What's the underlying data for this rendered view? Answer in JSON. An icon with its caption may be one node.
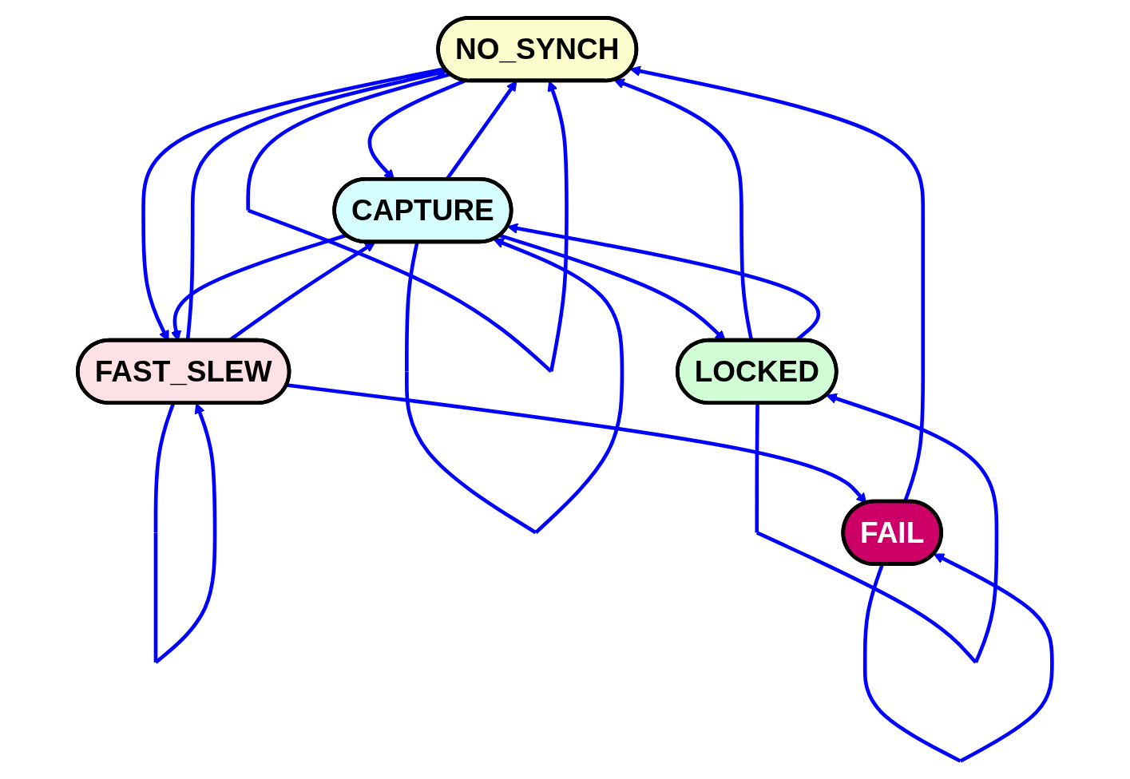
{
  "diagram": {
    "nodes": [
      {
        "text": [
          "NO_SYNCH"
        ]
      },
      {
        "text": [
          "CAPTURE"
        ]
      },
      {
        "text": [
          "FAST_SLEW"
        ]
      },
      {
        "text": [
          "FAIL"
        ]
      },
      {
        "text": [
          "LOCKED"
        ]
      }
    ],
    "edges": [
      {
        "from": 0,
        "to": 0,
        "arrow": "to"
      },
      {
        "from": 0,
        "to": 1,
        "arrow": "to"
      },
      {
        "from": 1,
        "to": 0,
        "arrow": "to"
      },
      {
        "from": 0,
        "to": 2,
        "arrow": "to"
      },
      {
        "from": 2,
        "to": 0,
        "arrow": "to"
      },
      {
        "from": 2,
        "to": 2,
        "arrow": "to"
      },
      {
        "from": 3,
        "to": 0,
        "arrow": "to"
      },
      {
        "from": 4,
        "to": 0,
        "arrow": "to"
      },
      {
        "from": 1,
        "to": 1,
        "arrow": "to"
      },
      {
        "from": 2,
        "to": 1,
        "arrow": "to"
      },
      {
        "from": 1,
        "to": 2,
        "arrow": "to"
      },
      {
        "from": 2,
        "to": 3,
        "arrow": "to"
      },
      {
        "from": 3,
        "to": 3,
        "arrow": "to"
      },
      {
        "from": 1,
        "to": 4,
        "arrow": "to"
      },
      {
        "from": 4,
        "to": 1,
        "arrow": "to"
      },
      {
        "from": 4,
        "to": 4,
        "arrow": "to"
      }
    ]
  }
}
